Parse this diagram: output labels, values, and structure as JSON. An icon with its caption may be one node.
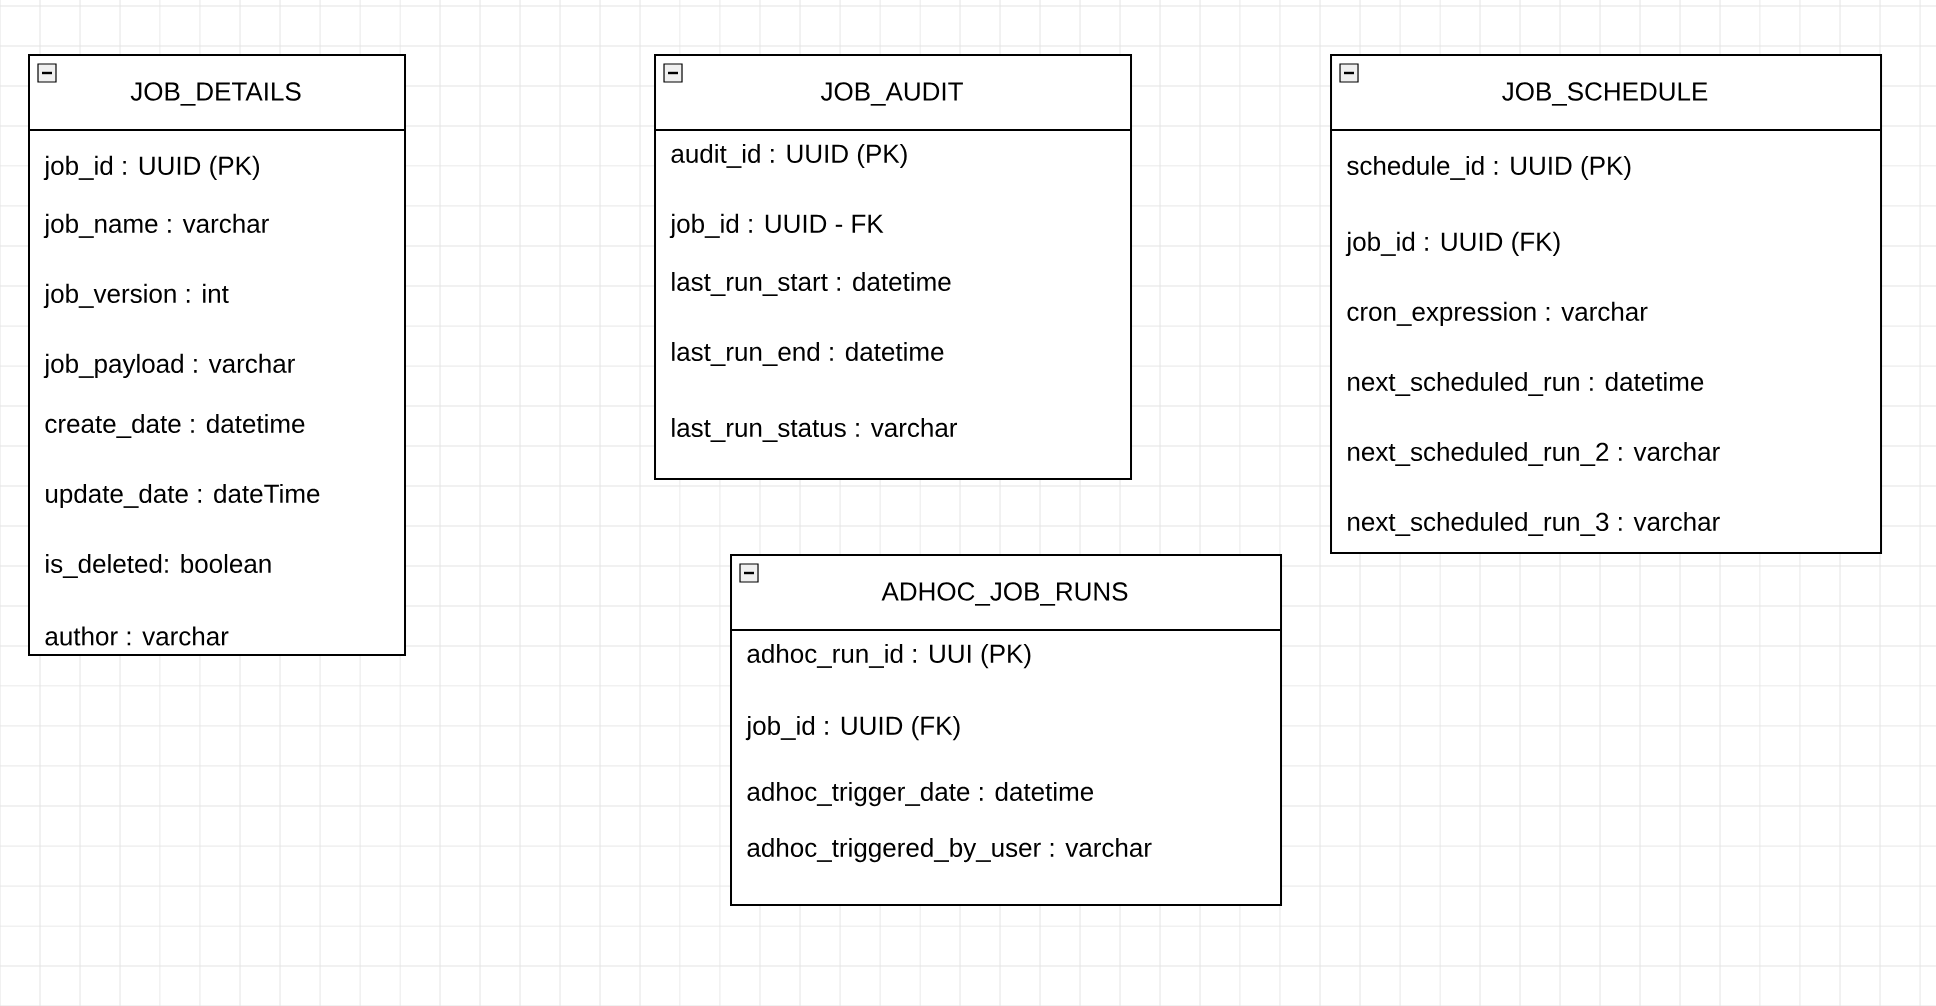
{
  "diagram": {
    "nodes": [
      {
        "text": [
          "JOB_DETAILS",
          "job_id : UUID (PK)",
          "job_name : varchar",
          "job_version : int",
          "job_payload : varchar",
          "create_date : datetime",
          "update_date : dateTime",
          "is_deleted: boolean",
          "author : varchar"
        ]
      },
      {
        "text": [
          "JOB_AUDIT",
          "audit_id : UUID (PK)",
          "job_id : UUID - FK",
          "last_run_start : datetime",
          "last_run_end : datetime",
          "last_run_status : varchar"
        ]
      },
      {
        "text": [
          "JOB_SCHEDULE",
          "schedule_id : UUID (PK)",
          "job_id : UUID (FK)",
          "cron_expression : varchar",
          "next_scheduled_run : datetime",
          "next_scheduled_run_2 : varchar",
          "next_scheduled_run_3 : varchar"
        ]
      },
      {
        "text": [
          "ADHOC_JOB_RUNS",
          "adhoc_run_id : UUI (PK)",
          "job_id : UUID (FK)",
          "adhoc_trigger_date : datetime",
          "adhoc_triggered_by_user : varchar"
        ]
      }
    ]
  }
}
